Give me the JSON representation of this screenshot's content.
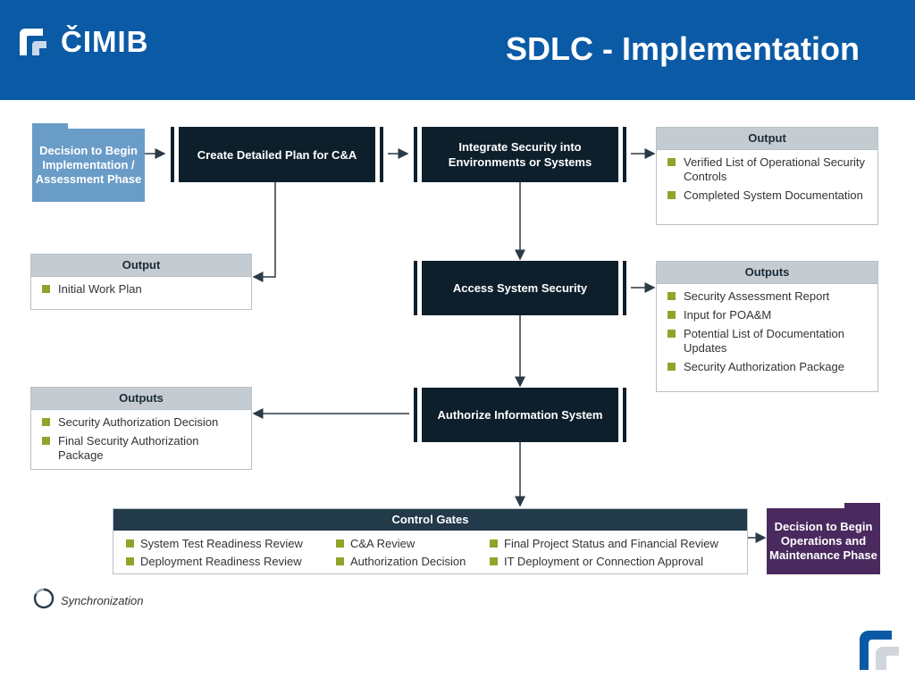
{
  "header": {
    "logo_text": "ČIMIB",
    "title": "SDLC - Implementation"
  },
  "diagram": {
    "start_phase": "Decision to Begin Implementation / Assessment Phase",
    "end_phase": "Decision to Begin Operations and Maintenance Phase",
    "steps": [
      "Create Detailed Plan for C&A",
      "Integrate Security into Environments or Systems",
      "Access System Security",
      "Authorize Information System"
    ],
    "output_plan": {
      "heading": "Output",
      "items": [
        "Initial Work Plan"
      ]
    },
    "output_integrate": {
      "heading": "Output",
      "items": [
        "Verified List of Operational Security Controls",
        "Completed System Documentation"
      ]
    },
    "output_access": {
      "heading": "Outputs",
      "items": [
        "Security Assessment Report",
        "Input for POA&M",
        "Potential List of Documentation Updates",
        "Security Authorization Package"
      ]
    },
    "output_authorize": {
      "heading": "Outputs",
      "items": [
        "Security Authorization Decision",
        "Final Security Authorization Package"
      ]
    },
    "control_gates": {
      "heading": "Control Gates",
      "items": [
        "System Test Readiness Review",
        "Deployment Readiness Review",
        "C&A Review",
        "Authorization Decision",
        "Final Project Status and Financial Review",
        "IT Deployment or Connection Approval"
      ]
    },
    "legend": {
      "synchronization": "Synchronization"
    }
  },
  "colors": {
    "header_blue": "#0b5aa6",
    "step_dark": "#0e1f2c",
    "start_folder_blue": "#6a9cc8",
    "end_folder_purple": "#4a2a5e",
    "bullet_green": "#8ea52a"
  }
}
